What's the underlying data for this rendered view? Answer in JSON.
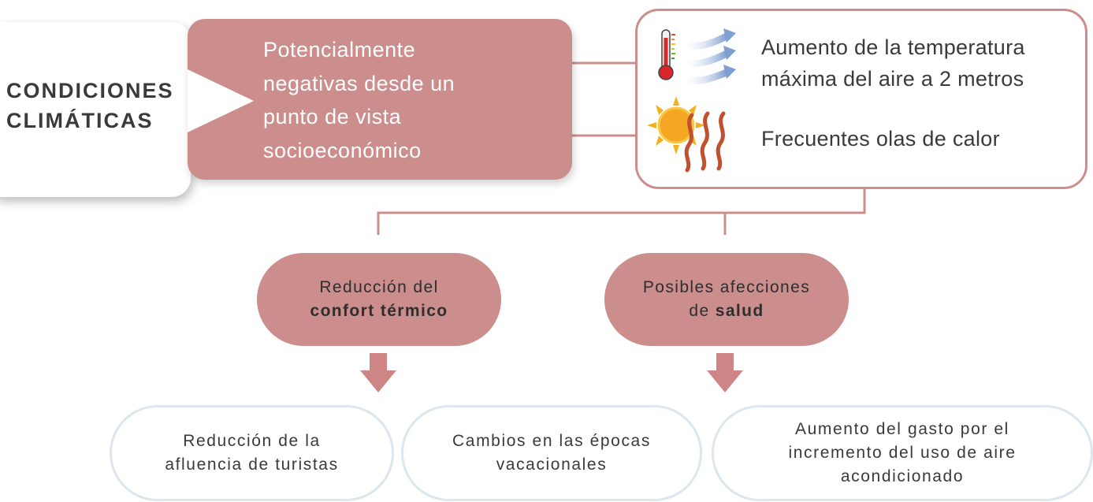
{
  "condiciones": {
    "title_line1": "CONDICIONES",
    "title_line2": "CLIMÁTICAS"
  },
  "potencial": {
    "line1": "Potencialmente",
    "line2": "negativas desde un",
    "line3": "punto de vista",
    "line4": "socioeconómico"
  },
  "effects": [
    {
      "icon": "thermometer-wind-icon",
      "line1": "Aumento de la temperatura",
      "line2": "máxima del aire a 2 metros"
    },
    {
      "icon": "sun-heat-waves-icon",
      "line1": "Frecuentes olas de calor"
    }
  ],
  "causes": [
    {
      "line1": "Reducción del",
      "line2_bold": "confort térmico"
    },
    {
      "line1": "Posibles afecciones",
      "line2_prefix": "de ",
      "line2_bold": "salud"
    }
  ],
  "results": [
    {
      "line1": "Reducción de la",
      "line2": "afluencia de turistas"
    },
    {
      "line1": "Cambios en las épocas",
      "line2": "vacacionales"
    },
    {
      "line1": "Aumento del gasto por el",
      "line2": "incremento del uso de aire",
      "line3": "acondicionado"
    }
  ],
  "colors": {
    "rose": "#cc8d8d",
    "arrow": "#cf8585",
    "result_border": "#dbe6ef",
    "text": "#3a3a3a"
  }
}
